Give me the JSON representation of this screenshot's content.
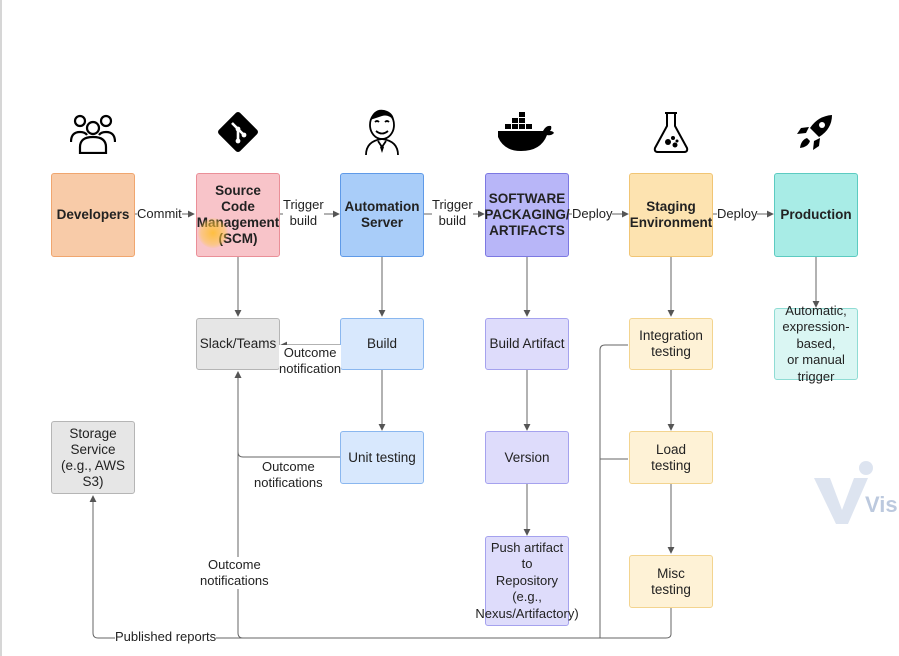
{
  "icons": {
    "developers": "people-group-icon",
    "scm": "git-logo-icon",
    "automation": "jenkins-butler-icon",
    "packaging": "docker-whale-icon",
    "staging": "lab-flask-icon",
    "production": "rocket-icon"
  },
  "colors": {
    "developers": "#f8cba8",
    "scm": "#f8c4c9",
    "automation": "#a9cdf9",
    "packaging": "#b8b6f8",
    "staging": "#fde3b0",
    "production": "#a8ece6",
    "gray": "#e6e6e6",
    "lightblue": "#d8e8fd",
    "lavender": "#dedcfb",
    "cream": "#fef2d6",
    "mint": "#daf6f3"
  },
  "nodes": {
    "developers": "Developers",
    "scm": "Source\nCode\nManagement\n(SCM)",
    "automation": "Automation\nServer",
    "packaging": "SOFTWARE\nPACKAGING/\nARTIFACTS",
    "staging": "Staging\nEnvironment",
    "production": "Production",
    "slack": "Slack/Teams",
    "build": "Build",
    "unit_testing": "Unit testing",
    "storage": "Storage\nService\n(e.g., AWS\nS3)",
    "build_artifact": "Build Artifact",
    "version": "Version",
    "push_artifact": "Push artifact\nto\nRepository\n(e.g.,\nNexus/Artifactory)",
    "integration": "Integration\ntesting",
    "load": "Load\ntesting",
    "misc": "Misc\ntesting",
    "trigger_note": "Automatic,\nexpression-based,\nor manual\ntrigger"
  },
  "edge_labels": {
    "commit": "Commit",
    "trigger_build_1": "Trigger\nbuild",
    "trigger_build_2": "Trigger\nbuild",
    "deploy_1": "Deploy",
    "deploy_2": "Deploy",
    "outcome_1": "Outcome\nnotification",
    "outcome_2": "Outcome\nnotifications",
    "outcome_3": "Outcome\nnotifications",
    "published": "Published reports"
  }
}
